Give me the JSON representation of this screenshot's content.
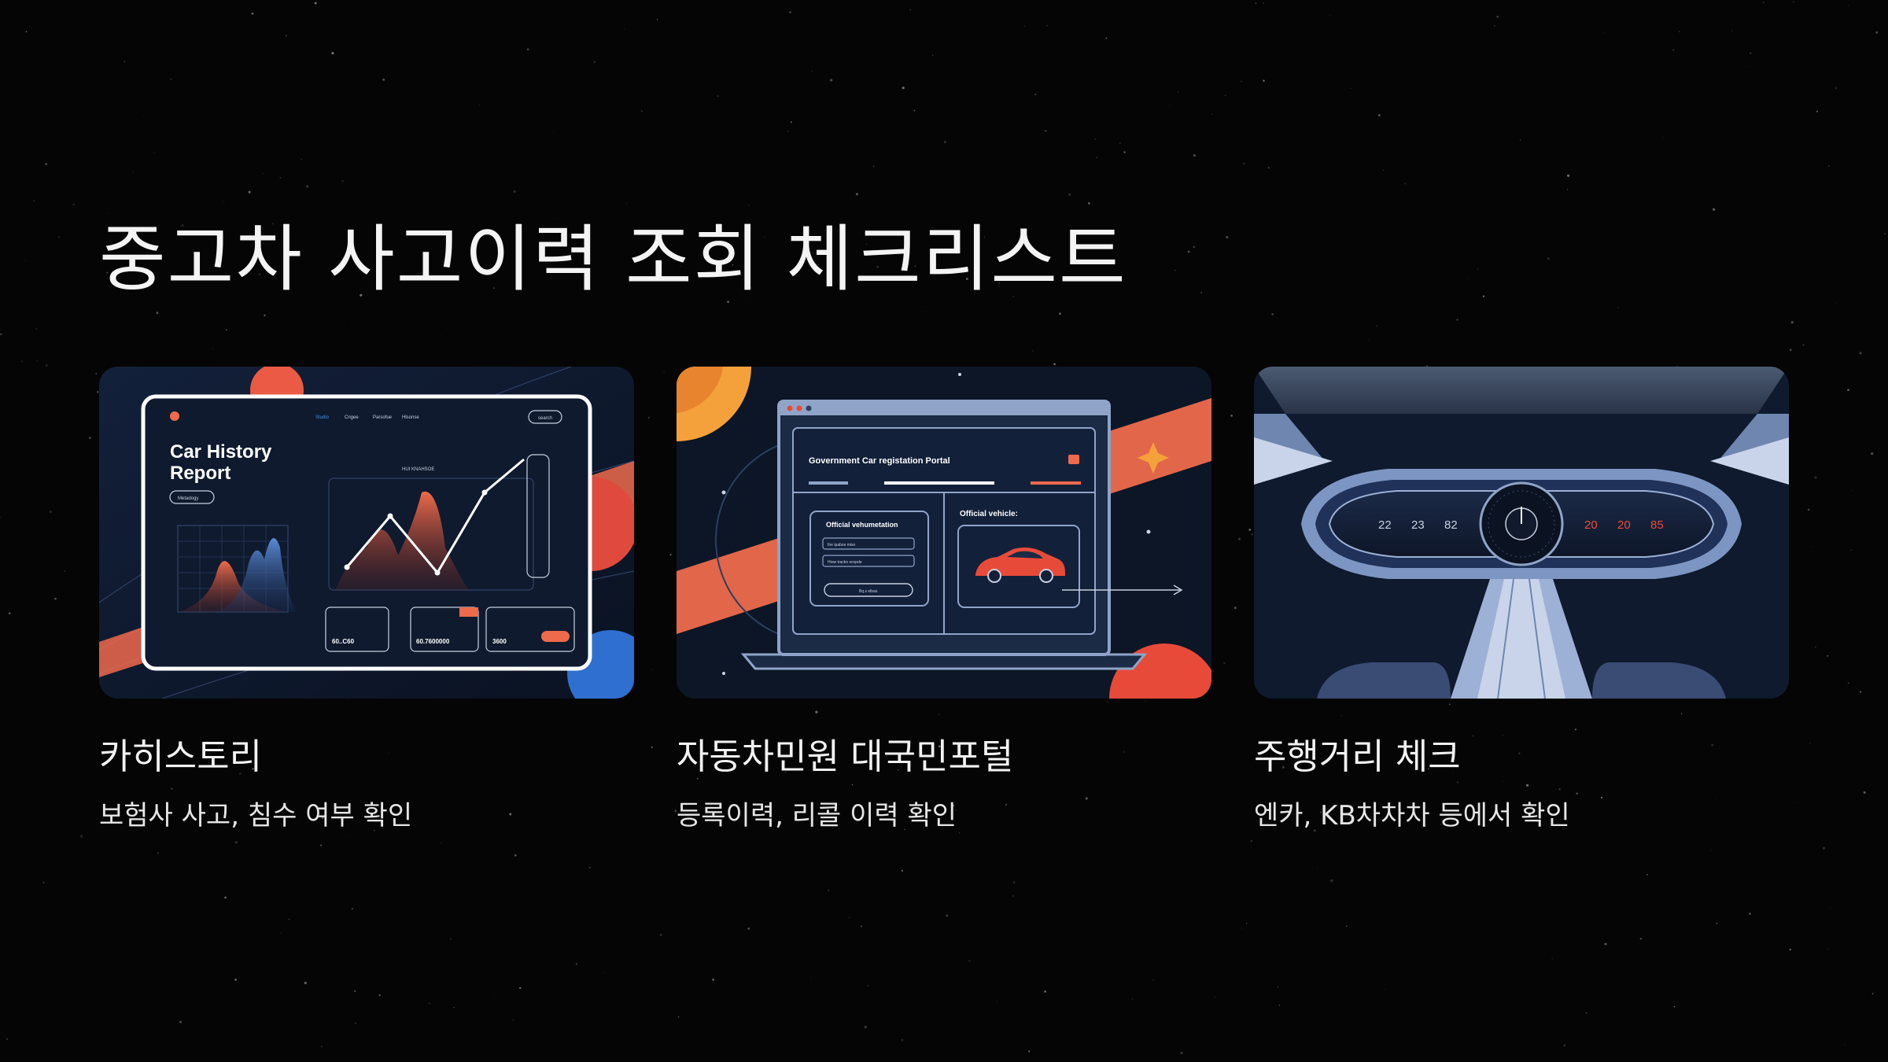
{
  "slide": {
    "title": "중고차 사고이력 조회 체크리스트"
  },
  "colors": {
    "background": "#050505",
    "accent_orange": "#ee6a4c",
    "navy": "#0f1a2e",
    "steel_blue": "#8fa4c8"
  },
  "cards": [
    {
      "title": "카히스토리",
      "description": "보험사 사고, 침수 여부 확인",
      "image": {
        "icon": "car-history-report-dashboard",
        "report_title_line1": "Car History",
        "report_title_line2": "Report",
        "button_label": "Metadogy",
        "nav": [
          "Studio",
          "Cngee",
          "Parsofue",
          "Hlsonse"
        ],
        "search_label": "search",
        "chart_heading": "HUI KNAHSOE",
        "stats": [
          "60..C60",
          "60.7600000",
          "3600"
        ]
      }
    },
    {
      "title": "자동차민원 대국민포털",
      "description": "등록이력, 리콜 이력 확인",
      "image": {
        "icon": "government-portal-laptop",
        "portal_title": "Government Car registation Portal",
        "left_panel_title": "Official vehumetation",
        "field1": "Ilre ipaboe miso",
        "field2": "Hiow tracko scopde",
        "button_label": "Bq.s elbas",
        "right_panel_title": "Official vehicle:"
      }
    },
    {
      "title": "주행거리 체크",
      "description": "엔카, KB차차차 등에서 확인",
      "image": {
        "icon": "car-dashboard-odometer",
        "left_digits": [
          "22",
          "23",
          "82"
        ],
        "right_digits": [
          "20",
          "20",
          "85"
        ]
      }
    }
  ]
}
